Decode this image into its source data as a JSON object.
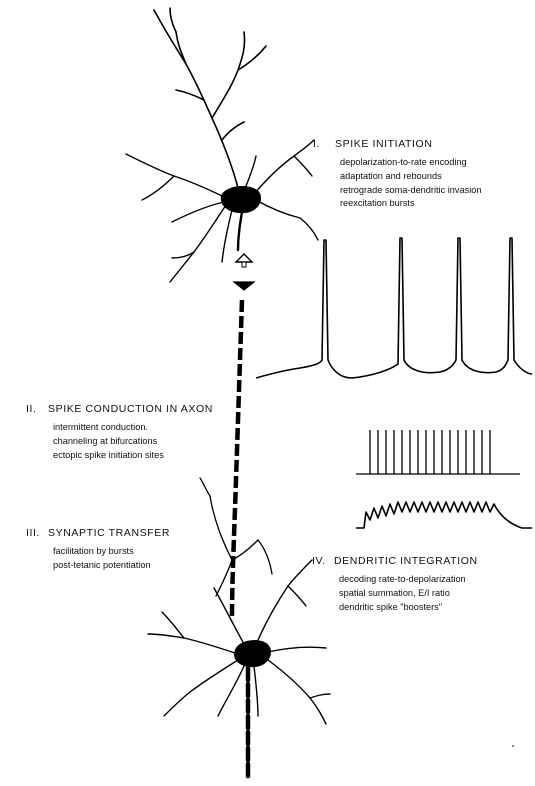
{
  "sections": [
    {
      "numeral": "I.",
      "title": "SPIKE INITIATION",
      "items": [
        "depolarization-to-rate encoding",
        "adaptation and rebounds",
        "retrograde soma-dendritic invasion",
        "reexcitation bursts"
      ]
    },
    {
      "numeral": "II.",
      "title": "SPIKE CONDUCTION IN AXON",
      "items": [
        "intermittent conduction.",
        "channeling at bifurcations",
        "ectopic spike initiation sites"
      ]
    },
    {
      "numeral": "III.",
      "title": "SYNAPTIC TRANSFER",
      "items": [
        "facilitation by bursts",
        "post-tetanic potentiation"
      ]
    },
    {
      "numeral": "IV.",
      "title": "DENDRITIC INTEGRATION",
      "items": [
        "decoding rate-to-depolarization",
        "spatial summation, E/I ratio",
        "dendritic spike \"boosters\""
      ]
    }
  ]
}
